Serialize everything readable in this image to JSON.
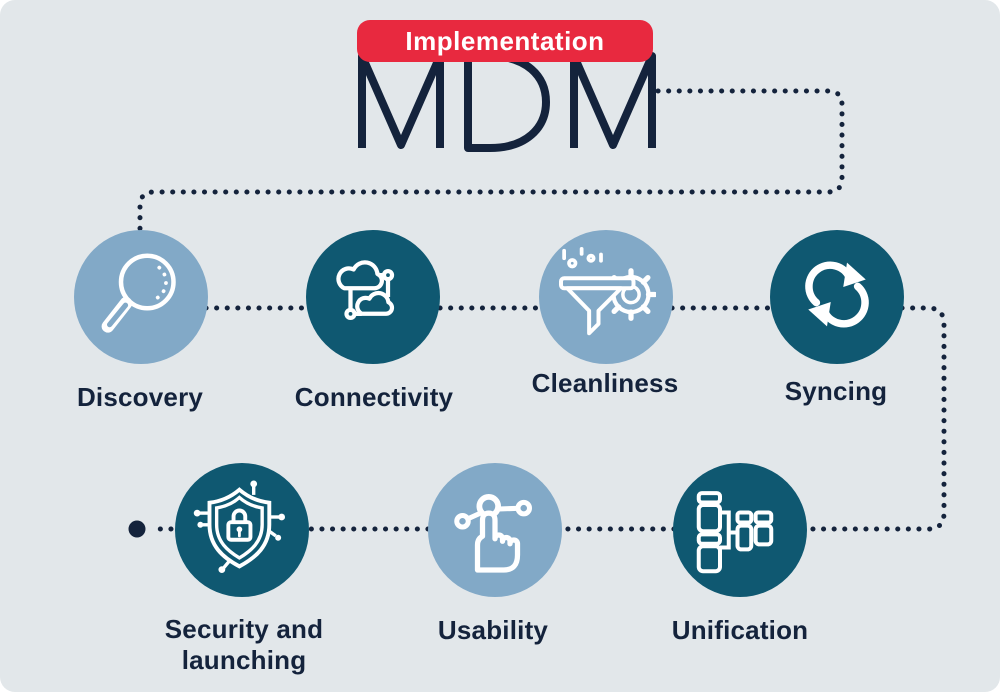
{
  "title": "MDM",
  "badge": {
    "label": "Implementation"
  },
  "colors": {
    "background": "#E2E7EA",
    "page": "#FFFFFF",
    "red": "#E8293F",
    "navy": "#14233C",
    "teal": "#0F5871",
    "light_blue": "#82A9C7",
    "icon": "#FFFFFF"
  },
  "steps": [
    {
      "label": "Discovery",
      "icon": "magnifier-icon",
      "tone": "light"
    },
    {
      "label": "Connectivity",
      "icon": "clouds-network-icon",
      "tone": "dark"
    },
    {
      "label": "Cleanliness",
      "icon": "funnel-gear-icon",
      "tone": "light"
    },
    {
      "label": "Syncing",
      "icon": "sync-arrows-icon",
      "tone": "dark"
    },
    {
      "label": "Security and launching",
      "icon": "shield-lock-icon",
      "tone": "dark"
    },
    {
      "label": "Usability",
      "icon": "touch-hand-icon",
      "tone": "light"
    },
    {
      "label": "Unification",
      "icon": "merge-blocks-icon",
      "tone": "dark"
    }
  ]
}
